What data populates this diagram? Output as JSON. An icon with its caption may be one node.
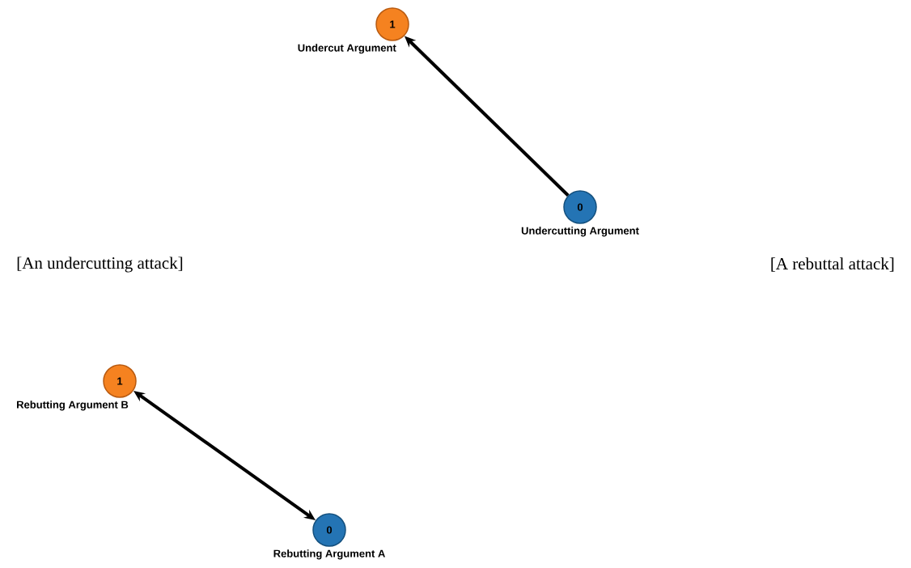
{
  "diagram": {
    "nodes": [
      {
        "text": [
          "1"
        ],
        "beside": [
          "Undercut Argument"
        ]
      },
      {
        "text": [
          "0"
        ],
        "beside": [
          "Undercutting Argument"
        ]
      },
      {
        "text": [
          "1"
        ],
        "beside": [
          "Rebutting Argument B"
        ]
      },
      {
        "text": [
          "0"
        ],
        "beside": [
          "Rebutting Argument A"
        ]
      }
    ],
    "edges": [
      {
        "from": 1,
        "to": 0,
        "arrow": "to"
      },
      {
        "from": 3,
        "to": 2,
        "arrow": "both"
      }
    ],
    "labels": [
      "[An undercutting attack]",
      "[A rebuttal attack]"
    ]
  }
}
